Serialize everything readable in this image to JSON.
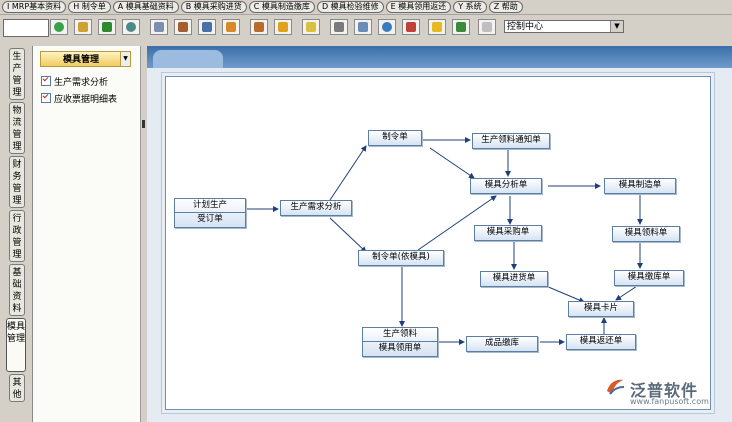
{
  "menubar": {
    "items": [
      "I MRP基本资料",
      "H 制令单",
      "A 模具基础资料",
      "B 模具采购进货",
      "C 模具制造缴库",
      "D 模具检验维修",
      "E 模具领用返还",
      "Y 系统",
      "Z 帮助"
    ]
  },
  "toolbar": {
    "input_value": "",
    "select_value": "控制中心",
    "icons": [
      "refresh-icon",
      "home-icon",
      "check-icon",
      "gear-icon",
      "window-icon",
      "book-icon",
      "monitor-icon",
      "import-icon",
      "package-icon",
      "forward-icon",
      "chat-icon",
      "calculator-icon",
      "copy-icon",
      "globe-icon",
      "users-icon",
      "bell-icon",
      "exit-icon",
      "note-icon"
    ]
  },
  "vertical_tabs": [
    {
      "label": "生产管理"
    },
    {
      "label": "物流管理"
    },
    {
      "label": "财务管理"
    },
    {
      "label": "行政管理"
    },
    {
      "label": "基础资料"
    },
    {
      "label": "模具管理"
    },
    {
      "label": "其他"
    }
  ],
  "left_panel": {
    "dropdown_label": "模具管理",
    "items": [
      "生产需求分析",
      "应收票据明细表"
    ]
  },
  "flow": {
    "plan_top": "计划生产",
    "plan_bottom": "受订单",
    "demand": "生产需求分析",
    "order": "制令单",
    "order_mold": "制令单(依模具)",
    "notice": "生产领料通知单",
    "mold_analysis": "模具分析单",
    "purchase": "模具采购单",
    "receiving": "模具进货单",
    "manufacture": "模具制造单",
    "material": "模具领料单",
    "stock_in": "模具缴库单",
    "card": "模具卡片",
    "prod_pick_top": "生产领料",
    "prod_pick_bottom": "模具领用单",
    "finished": "成品缴库",
    "return": "模具返还单"
  },
  "logo": {
    "name": "泛普软件",
    "url": "www.fanpusoft.com"
  },
  "colors": {
    "accent": "#3b6ea8",
    "node_border": "#5d7ea3",
    "arrow": "#1f3f7a"
  }
}
